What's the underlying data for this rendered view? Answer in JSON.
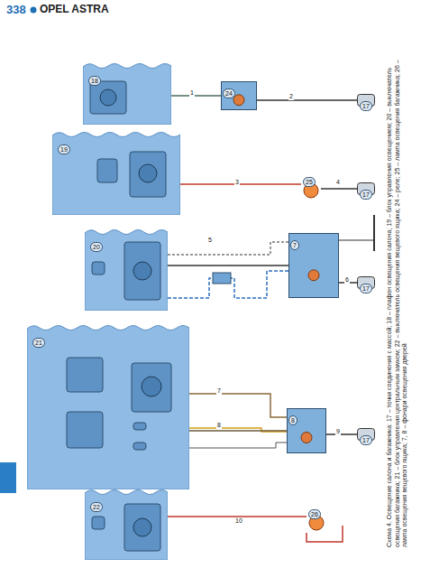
{
  "diagram": {
    "title": "OPEL ASTRA",
    "caption": "Схема 4. Освещение салона и багажника: 17 – точки соединения с массой; 18 – плафон освещения салона; 19 – блок управления освещением; 20 – выключатель освещения багажника; 21 – блок управления центральным замком; 22 – выключатель освещения вещевого ящика; 24 – реле; 25 – лампа освещения багажника; 26 – лампа освещения вещевого ящика; 7, 8 – фонари освещения дверей",
    "nodes": [
      {
        "text": [
          "18"
        ]
      },
      {
        "text": [
          "24"
        ]
      },
      {
        "text": [
          "17"
        ]
      },
      {
        "text": [
          "19"
        ]
      },
      {
        "text": [
          "25"
        ]
      },
      {
        "text": [
          "17"
        ]
      },
      {
        "text": [
          "20"
        ]
      },
      {
        "text": [
          "7"
        ]
      },
      {
        "text": [
          "17"
        ]
      },
      {
        "text": [
          "21"
        ]
      },
      {
        "text": [
          "8"
        ]
      },
      {
        "text": [
          "17"
        ]
      },
      {
        "text": [
          "22"
        ]
      },
      {
        "text": [
          "26"
        ]
      }
    ],
    "edges": [
      {
        "from": 0,
        "to": 1,
        "arrow": "none"
      },
      {
        "from": 1,
        "to": 2,
        "arrow": "none"
      },
      {
        "from": 3,
        "to": 4,
        "arrow": "none"
      },
      {
        "from": 4,
        "to": 5,
        "arrow": "none"
      },
      {
        "from": 6,
        "to": 7,
        "arrow": "none"
      },
      {
        "from": 7,
        "to": 8,
        "arrow": "none"
      },
      {
        "from": 9,
        "to": 10,
        "arrow": "none"
      },
      {
        "from": 10,
        "to": 11,
        "arrow": "none"
      },
      {
        "from": 12,
        "to": 13,
        "arrow": "none"
      }
    ],
    "labels": [
      "338",
      "1",
      "2",
      "3",
      "4",
      "5",
      "6",
      "7",
      "8",
      "9",
      "10"
    ]
  }
}
